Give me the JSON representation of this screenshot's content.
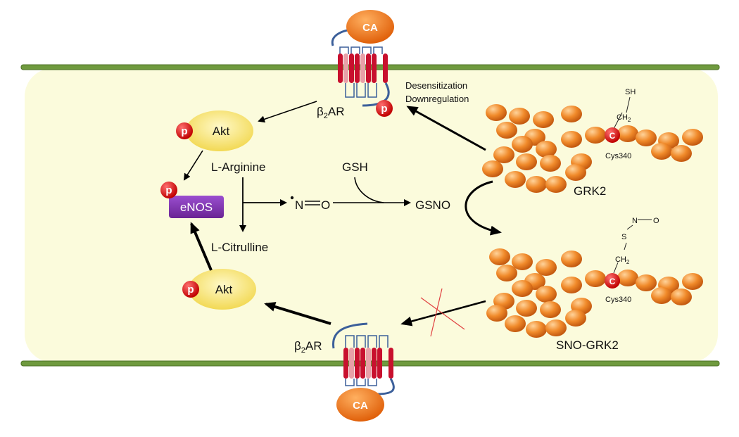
{
  "labels": {
    "ca": "CA",
    "b2ar_prefix": "β",
    "b2ar_sub": "2",
    "b2ar_suffix": "AR",
    "p": "p",
    "akt": "Akt",
    "enos": "eNOS",
    "l_arginine": "L-Arginine",
    "l_citrulline": "L-Citrulline",
    "no_n": "N",
    "no_o": "O",
    "gsh": "GSH",
    "gsno": "GSNO",
    "desensitization": "Desensitization",
    "downregulation": "Downregulation",
    "grk2": "GRK2",
    "sno_grk2": "SNO-GRK2",
    "cys340": "Cys340",
    "c": "C",
    "sh": "SH",
    "ch": "CH",
    "sub2": "2",
    "s": "S",
    "n": "N",
    "o": "O"
  },
  "colors": {
    "cell_fill": "#fbfbdc",
    "membrane": "#6f9a3e",
    "ca_orange": "#f07a1a",
    "grk_orange": "#f08a2a",
    "p_red": "#e01010",
    "akt_yellow": "#f6e46a",
    "enos_purple": "#7a2ea8",
    "loop_blue": "#3b5f9a",
    "helix_red": "#c8102e",
    "helix_pink": "#e8a0a8",
    "block_x": "#e04040"
  }
}
